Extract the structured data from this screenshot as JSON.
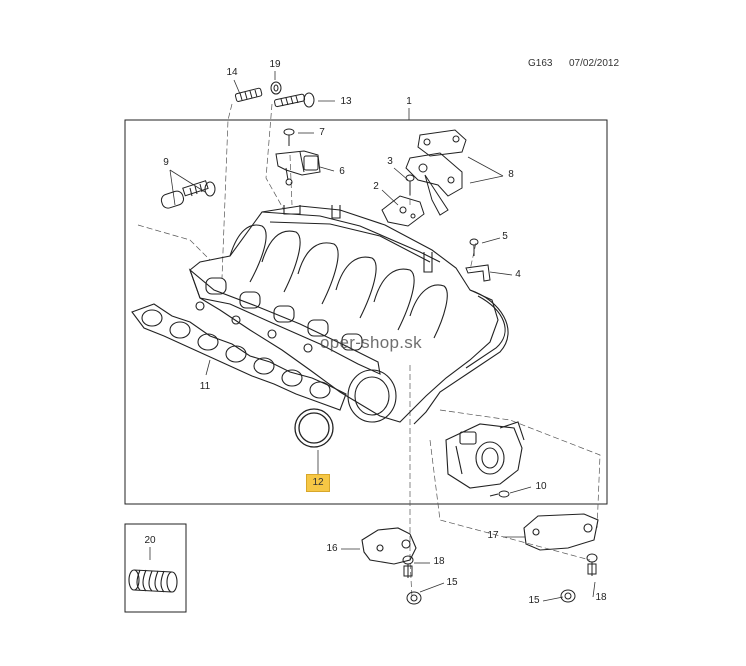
{
  "header": {
    "code": "G163",
    "date": "07/02/2012"
  },
  "watermark": "oper-shop.sk",
  "highlight_color": "#f6c745",
  "callouts": {
    "c1": "1",
    "c2": "2",
    "c3": "3",
    "c4": "4",
    "c5": "5",
    "c6": "6",
    "c7": "7",
    "c8": "8",
    "c9": "9",
    "c10": "10",
    "c11": "11",
    "c12": "12",
    "c13": "13",
    "c14": "14",
    "c15a": "15",
    "c15b": "15",
    "c16": "16",
    "c17": "17",
    "c18a": "18",
    "c18b": "18",
    "c19": "19",
    "c20": "20"
  },
  "selected_part": "12"
}
